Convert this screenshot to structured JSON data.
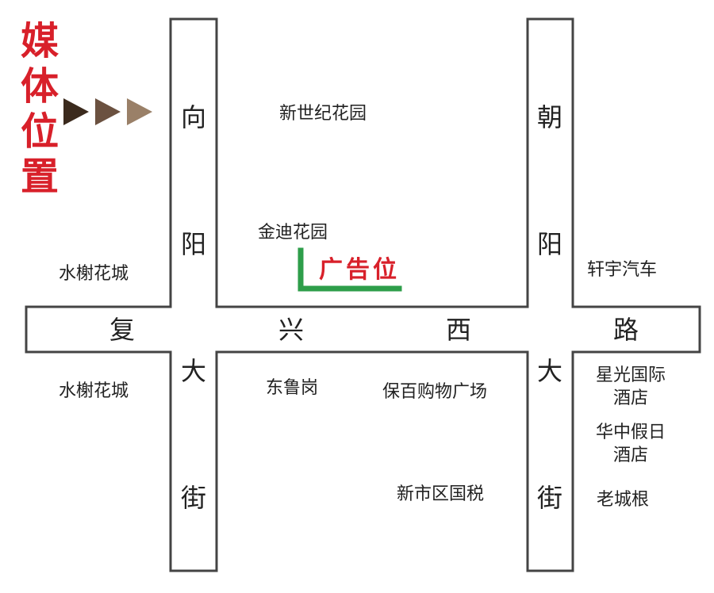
{
  "title": {
    "chars": [
      "媒",
      "体",
      "位",
      "置"
    ],
    "color": "#d8202a"
  },
  "arrows": {
    "colors": [
      "#3b2a1d",
      "#6b5140",
      "#9a8068"
    ]
  },
  "roads": {
    "west_vertical": [
      "向",
      "阳",
      "大",
      "街"
    ],
    "east_vertical": [
      "朝",
      "阳",
      "大",
      "街"
    ],
    "horizontal": [
      "复",
      "兴",
      "西",
      "路"
    ]
  },
  "places": {
    "xinshiji": "新世纪花园",
    "jindi": "金迪花园",
    "shuixie_top": "水榭花城",
    "xuanyu": "轩宇汽车",
    "shuixie_bottom": "水榭花城",
    "donglugang": "东鲁岗",
    "baobai": "保百购物广场",
    "xinguang_line1": "星光国际",
    "xinguang_line2": "酒店",
    "huazhong_line1": "华中假日",
    "huazhong_line2": "酒店",
    "xinshiqu": "新市区国税",
    "laochenggen": "老城根"
  },
  "ad": {
    "label": "广告位",
    "label_color": "#d8202a",
    "marker_color": "#2e9e4a"
  }
}
